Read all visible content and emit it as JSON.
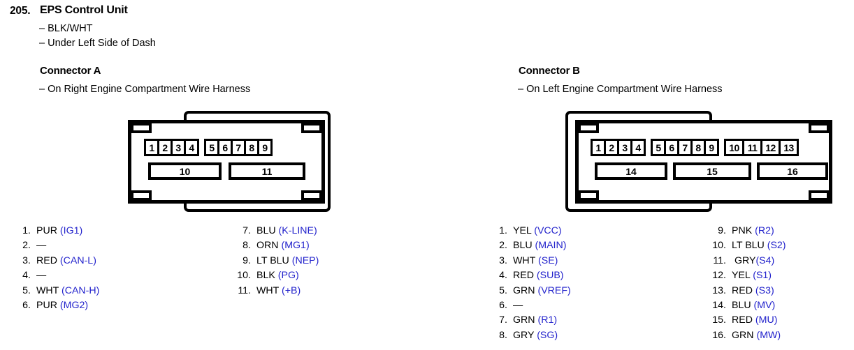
{
  "header": {
    "number": "205.",
    "title": "EPS Control Unit",
    "sub1": "– BLK/WHT",
    "sub2": "– Under Left Side of Dash"
  },
  "colors": {
    "signal_blue": "#2222cc",
    "text_black": "#000000",
    "background": "#ffffff"
  },
  "connector_a": {
    "title": "Connector A",
    "subtitle": "– On Right Engine Compartment Wire Harness",
    "diagram": {
      "pin_groups": [
        [
          "1",
          "2",
          "3",
          "4"
        ],
        [
          "5",
          "6",
          "7",
          "8",
          "9"
        ]
      ],
      "big_pins": [
        "10",
        "11"
      ]
    },
    "pins_left": [
      {
        "num": "1.",
        "wire": "PUR",
        "signal": "(IG1)"
      },
      {
        "num": "2.",
        "wire": "—",
        "signal": ""
      },
      {
        "num": "3.",
        "wire": "RED",
        "signal": "(CAN-L)"
      },
      {
        "num": "4.",
        "wire": "—",
        "signal": ""
      },
      {
        "num": "5.",
        "wire": "WHT",
        "signal": "(CAN-H)"
      },
      {
        "num": "6.",
        "wire": "PUR",
        "signal": "(MG2)"
      }
    ],
    "pins_right": [
      {
        "num": "7.",
        "wire": "BLU",
        "signal": "(K-LINE)"
      },
      {
        "num": "8.",
        "wire": "ORN",
        "signal": "(MG1)"
      },
      {
        "num": "9.",
        "wire": "LT BLU",
        "signal": "(NEP)"
      },
      {
        "num": "10.",
        "wire": "BLK",
        "signal": "(PG)"
      },
      {
        "num": "11.",
        "wire": "WHT",
        "signal": "(+B)"
      }
    ]
  },
  "connector_b": {
    "title": "Connector B",
    "subtitle": "– On Left Engine Compartment Wire Harness",
    "diagram": {
      "pin_groups": [
        [
          "1",
          "2",
          "3",
          "4"
        ],
        [
          "5",
          "6",
          "7",
          "8",
          "9"
        ],
        [
          "10",
          "11",
          "12",
          "13"
        ]
      ],
      "big_pins": [
        "14",
        "15",
        "16"
      ]
    },
    "pins_left": [
      {
        "num": "1.",
        "wire": "YEL",
        "signal": "(VCC)"
      },
      {
        "num": "2.",
        "wire": "BLU",
        "signal": "(MAIN)"
      },
      {
        "num": "3.",
        "wire": "WHT",
        "signal": "(SE)"
      },
      {
        "num": "4.",
        "wire": "RED",
        "signal": "(SUB)"
      },
      {
        "num": "5.",
        "wire": "GRN",
        "signal": "(VREF)"
      },
      {
        "num": "6.",
        "wire": "—",
        "signal": ""
      },
      {
        "num": "7.",
        "wire": "GRN",
        "signal": "(R1)"
      },
      {
        "num": "8.",
        "wire": "GRY",
        "signal": "(SG)"
      }
    ],
    "pins_right": [
      {
        "num": "9.",
        "wire": "PNK",
        "signal": "(R2)"
      },
      {
        "num": "10.",
        "wire": "LT BLU",
        "signal": "(S2)"
      },
      {
        "num": "11.",
        "wire": " GRY",
        "signal": "(S4)",
        "no_space": true
      },
      {
        "num": "12.",
        "wire": "YEL",
        "signal": "(S1)"
      },
      {
        "num": "13.",
        "wire": "RED",
        "signal": "(S3)"
      },
      {
        "num": "14.",
        "wire": "BLU",
        "signal": "(MV)"
      },
      {
        "num": "15.",
        "wire": "RED",
        "signal": "(MU)"
      },
      {
        "num": "16.",
        "wire": "GRN",
        "signal": "(MW)"
      }
    ]
  }
}
